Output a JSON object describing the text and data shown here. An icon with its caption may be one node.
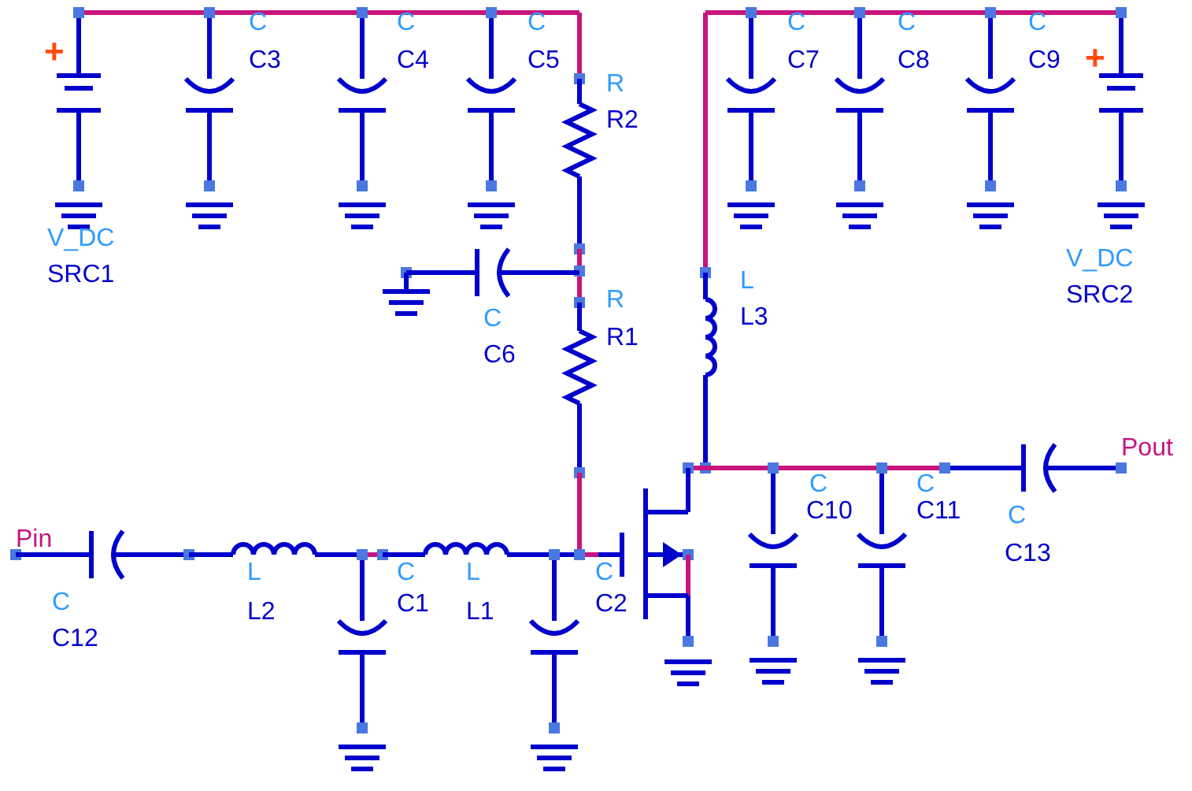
{
  "diagram": {
    "labels": [
      "C",
      "C",
      "C",
      "C",
      "C",
      "C",
      "+",
      "C3",
      "C4",
      "C5",
      "C7",
      "C8",
      "C9",
      "+",
      "R",
      "R2",
      "V_DC",
      "SRC1",
      "L",
      "R",
      "V_DC",
      "L3",
      "SRC2",
      "C",
      "R1",
      "C6",
      "Pout",
      "C",
      "C",
      "C10",
      "C11",
      "C",
      "Pin",
      "L",
      "C",
      "L",
      "C",
      "C13",
      "C",
      "L2",
      "C1",
      "L1",
      "C2",
      "C12"
    ]
  }
}
